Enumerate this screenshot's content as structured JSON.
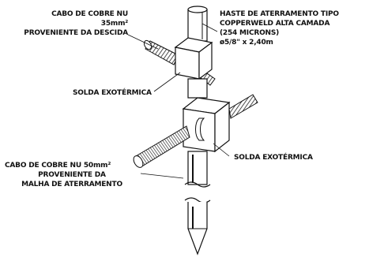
{
  "labels": {
    "top_left": [
      "CABO DE COBRE NU",
      "35mm²",
      "PROVENIENTE DA DESCIDA"
    ],
    "top_right": [
      "HASTE DE ATERRAMENTO TIPO",
      "COPPERWELD ALTA CAMADA",
      "(254 MICRONS)",
      "ø5/8\" x 2,40m"
    ],
    "weld_upper": "SOLDA EXOTÉRMICA",
    "weld_lower": "SOLDA EXOTÉRMICA",
    "bottom_left": [
      "CABO DE COBRE NU 50mm²",
      "PROVENIENTE DA",
      "MALHA DE ATERRAMENTO"
    ]
  }
}
